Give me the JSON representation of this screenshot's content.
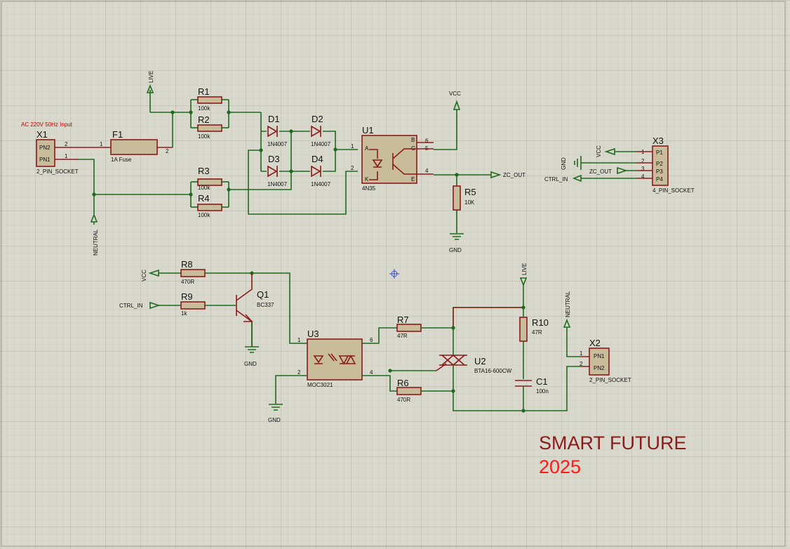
{
  "schematic": {
    "input_note": "AC 220V 50Hz Input",
    "watermark_line1": "SMART FUTURE",
    "watermark_line2": "2025",
    "colors": {
      "background": "#d8d8cc",
      "grid": "#b9b9ac",
      "wire": "#1f6a1f",
      "component": "#8b1a1a",
      "body": "#c8bc9a",
      "watermark": "#ff0000"
    }
  },
  "components": {
    "x1": {
      "ref": "X1",
      "type": "2_PIN_SOCKET",
      "pins": [
        "PN2",
        "PN1"
      ],
      "pin_numbers": [
        "2",
        "1"
      ]
    },
    "f1": {
      "ref": "F1",
      "value": "1A Fuse",
      "pin_numbers": [
        "1",
        "2"
      ]
    },
    "r1": {
      "ref": "R1",
      "value": "100k"
    },
    "r2": {
      "ref": "R2",
      "value": "100k"
    },
    "r3": {
      "ref": "R3",
      "value": "100k"
    },
    "r4": {
      "ref": "R4",
      "value": "100k"
    },
    "d1": {
      "ref": "D1",
      "value": "1N4007"
    },
    "d2": {
      "ref": "D2",
      "value": "1N4007"
    },
    "d3": {
      "ref": "D3",
      "value": "1N4007"
    },
    "d4": {
      "ref": "D4",
      "value": "1N4007"
    },
    "u1": {
      "ref": "U1",
      "value": "4N35",
      "pins": {
        "a": "A",
        "k": "K",
        "b": "B",
        "c": "C",
        "e": "E"
      },
      "pin_numbers": [
        "1",
        "2",
        "6",
        "5",
        "4"
      ]
    },
    "r5": {
      "ref": "R5",
      "value": "10K"
    },
    "x3": {
      "ref": "X3",
      "type": "4_PIN_SOCKET",
      "pins": [
        "P1",
        "P2",
        "P3",
        "P4"
      ],
      "pin_numbers": [
        "1",
        "2",
        "3",
        "4"
      ]
    },
    "r8": {
      "ref": "R8",
      "value": "470R"
    },
    "r9": {
      "ref": "R9",
      "value": "1k"
    },
    "q1": {
      "ref": "Q1",
      "value": "BC337"
    },
    "u3": {
      "ref": "U3",
      "value": "MOC3021",
      "pin_numbers": [
        "1",
        "2",
        "6",
        "4"
      ]
    },
    "r7": {
      "ref": "R7",
      "value": "47R"
    },
    "r6": {
      "ref": "R6",
      "value": "470R"
    },
    "u2": {
      "ref": "U2",
      "value": "BTA16-600CW"
    },
    "r10": {
      "ref": "R10",
      "value": "47R"
    },
    "c1": {
      "ref": "C1",
      "value": "100n"
    },
    "x2": {
      "ref": "X2",
      "type": "2_PIN_SOCKET",
      "pins": [
        "PN1",
        "PN2"
      ],
      "pin_numbers": [
        "1",
        "2"
      ]
    }
  },
  "nets": {
    "live": "LIVE",
    "neutral": "NEUTRAL",
    "vcc": "VCC",
    "gnd": "GND",
    "zc_out": "ZC_OUT",
    "ctrl_in": "CTRL_IN"
  }
}
